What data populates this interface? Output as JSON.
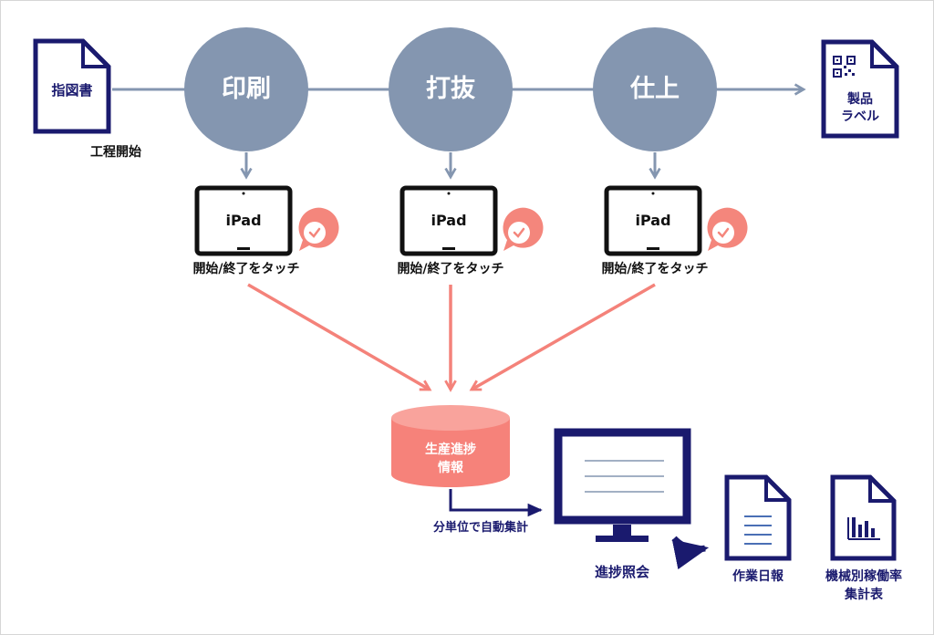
{
  "start_doc": {
    "label": "指図書",
    "caption": "工程開始"
  },
  "processes": [
    {
      "label": "印刷",
      "device": "iPad",
      "action": "開始/終了をタッチ"
    },
    {
      "label": "打抜",
      "device": "iPad",
      "action": "開始/終了をタッチ"
    },
    {
      "label": "仕上",
      "device": "iPad",
      "action": "開始/終了をタッチ"
    }
  ],
  "end_doc": {
    "line1": "製品",
    "line2": "ラベル"
  },
  "database": {
    "line1": "生産進捗",
    "line2": "情報"
  },
  "aggregation": "分単位で自動集計",
  "monitor": {
    "label": "進捗照会"
  },
  "reports": [
    {
      "line1": "作業日報"
    },
    {
      "line1": "機械別稼働率",
      "line2": "集計表"
    }
  ],
  "colors": {
    "circle": "#8496b0",
    "connector": "#8496b0",
    "navy": "#1a1a6e",
    "salmon": "#f4827a",
    "db_fill": "#f6827a",
    "db_top": "#f9a39c",
    "badge": "#f4867c"
  }
}
